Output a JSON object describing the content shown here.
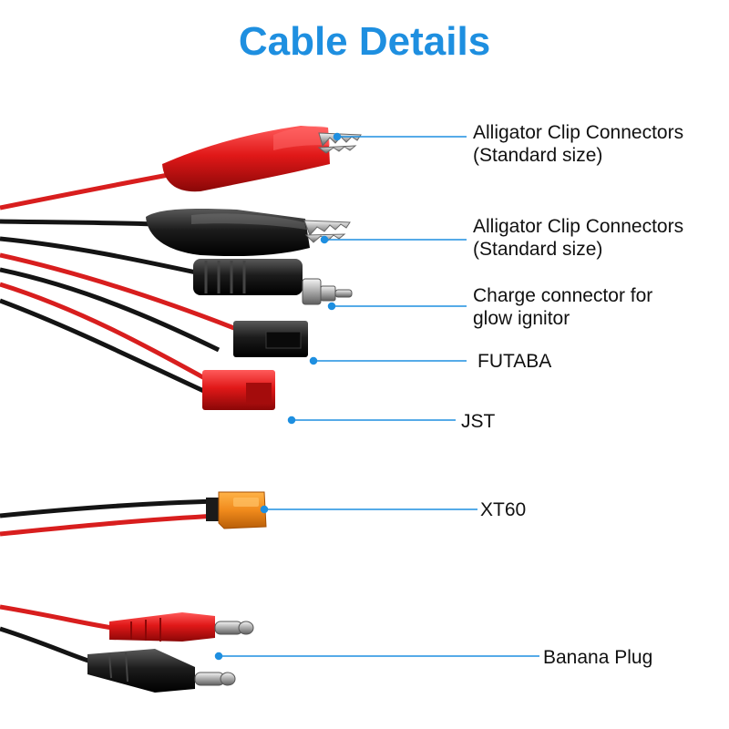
{
  "title": "Cable Details",
  "accent_color": "#1e8fe0",
  "callouts": [
    {
      "line1": "Alligator Clip Connectors",
      "line2": "(Standard size)",
      "connector": "red-alligator-clip"
    },
    {
      "line1": "Alligator Clip Connectors",
      "line2": "(Standard size)",
      "connector": "black-alligator-clip"
    },
    {
      "line1": "Charge connector for",
      "line2": "glow ignitor",
      "connector": "glow-ignitor-connector"
    },
    {
      "line1": "FUTABA",
      "line2": "",
      "connector": "futaba-connector"
    },
    {
      "line1": "JST",
      "line2": "",
      "connector": "jst-connector"
    },
    {
      "line1": "XT60",
      "line2": "",
      "connector": "xt60-connector"
    },
    {
      "line1": "Banana Plug",
      "line2": "",
      "connector": "banana-plugs"
    }
  ],
  "wire_colors": {
    "red": "#d81e1e",
    "black": "#141414",
    "orange": "#f08a1c"
  }
}
